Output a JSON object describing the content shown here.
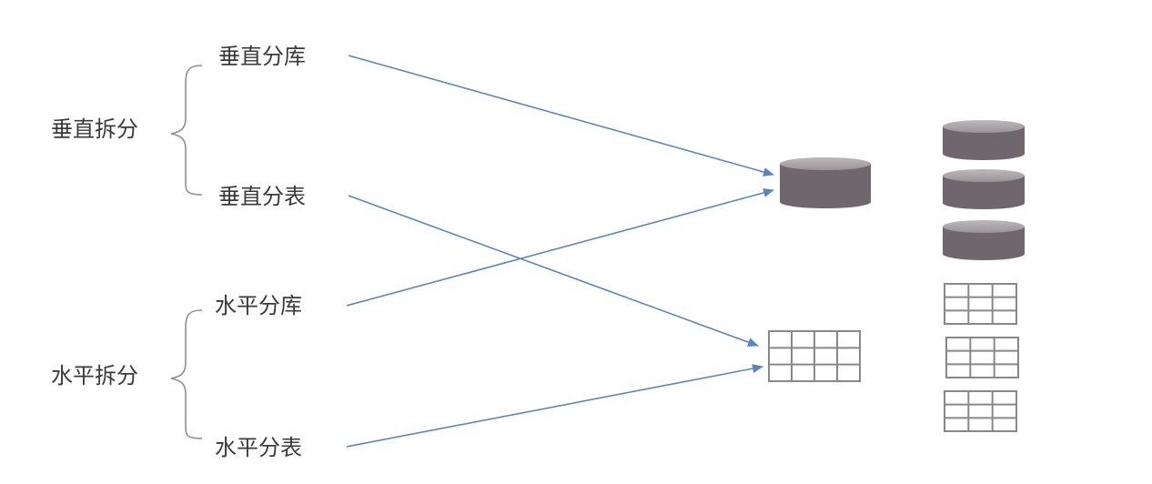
{
  "groups": [
    {
      "label": "垂直拆分",
      "items": [
        "垂直分库",
        "垂直分表"
      ]
    },
    {
      "label": "水平拆分",
      "items": [
        "水平分库",
        "水平分表"
      ]
    }
  ],
  "icons": {
    "database": "database-icon",
    "table": "table-icon"
  },
  "colors": {
    "arrow": "#5b85c2",
    "database_body": "#6f676d",
    "database_top": "#aaa5a8",
    "table_border": "#888888",
    "bracket": "#8f8f8f",
    "text": "#3a3a3a"
  }
}
